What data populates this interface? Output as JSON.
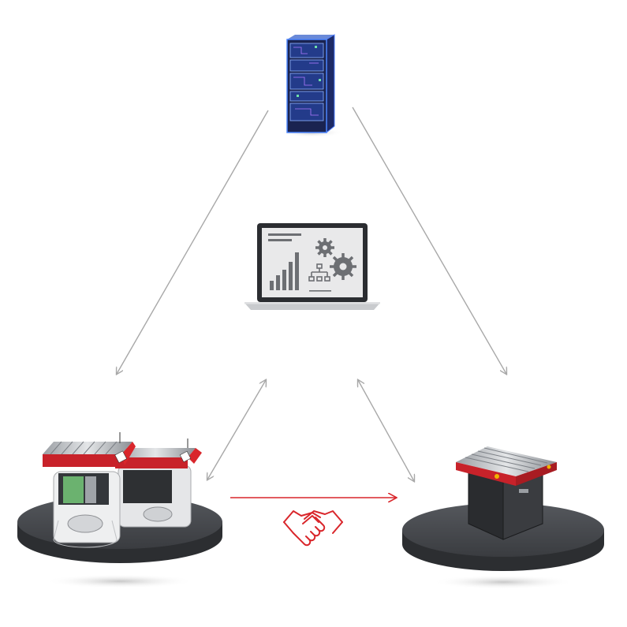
{
  "diagram": {
    "nodes": [
      {
        "id": "server",
        "icon": "server-rack-icon"
      },
      {
        "id": "software",
        "icon": "laptop-analytics-icon"
      },
      {
        "id": "robots",
        "icon": "amr-robots-icon"
      },
      {
        "id": "station",
        "icon": "conveyor-station-icon"
      }
    ],
    "links": [
      {
        "from": "server",
        "to": "robots",
        "style": "one-way"
      },
      {
        "from": "server",
        "to": "station",
        "style": "one-way"
      },
      {
        "from": "robots",
        "to": "software",
        "style": "two-way"
      },
      {
        "from": "station",
        "to": "software",
        "style": "two-way"
      },
      {
        "from": "robots",
        "to": "station",
        "style": "one-way",
        "emphasis": "handshake-icon"
      }
    ],
    "colors": {
      "connector": "#a8a8a8",
      "accent": "#d9262b",
      "platform": "#3a3c40",
      "server_glow": "#3d7bff"
    }
  }
}
